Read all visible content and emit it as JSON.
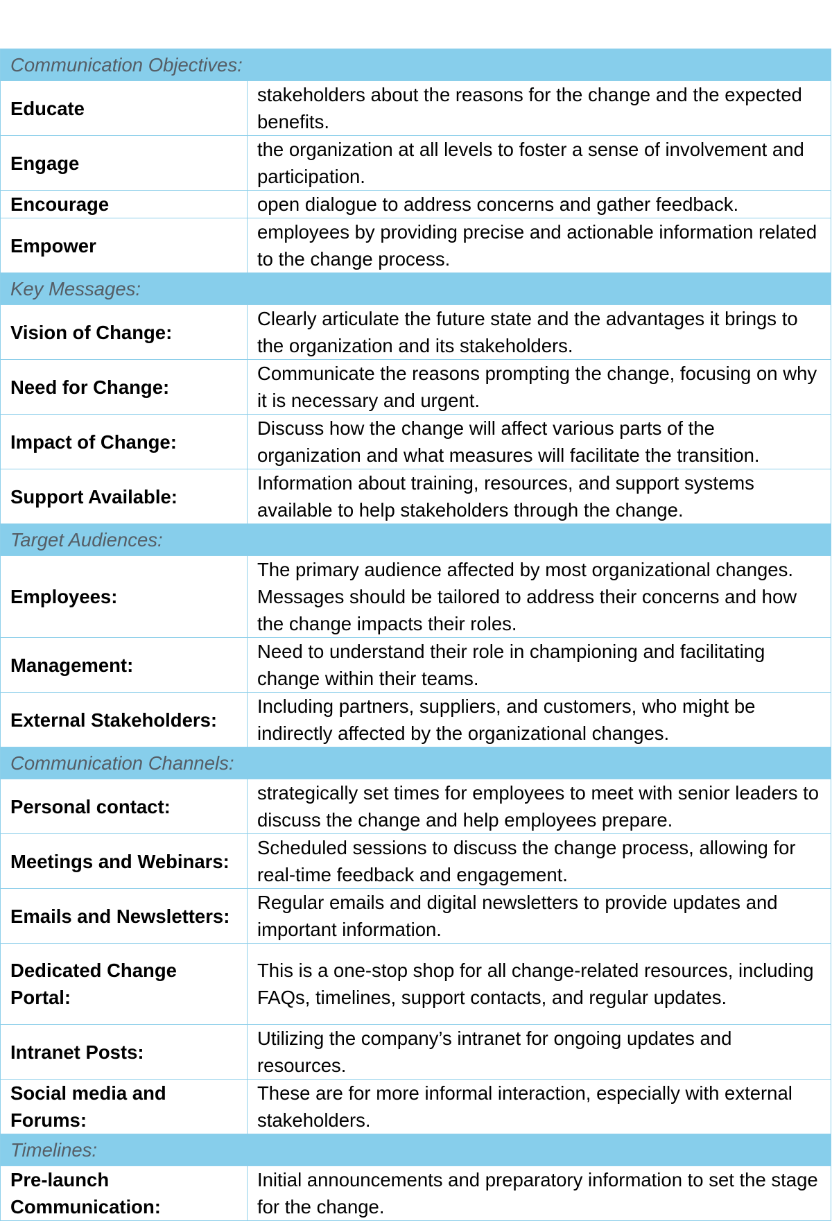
{
  "sections": [
    {
      "title": "Communication Objectives:",
      "rows": [
        {
          "term": "Educate",
          "desc": "stakeholders about the reasons for the change and the expected benefits."
        },
        {
          "term": "Engage",
          "desc": "the organization at all levels to foster a sense of involvement and participation."
        },
        {
          "term": "Encourage",
          "desc": "open dialogue to address concerns and gather feedback."
        },
        {
          "term": "Empower",
          "desc": "employees by providing precise and actionable information related to the change process."
        }
      ]
    },
    {
      "title": "Key Messages:",
      "rows": [
        {
          "term": "Vision of Change:",
          "desc": "Clearly articulate the future state and the advantages it brings to the organization and its stakeholders."
        },
        {
          "term": "Need for Change:",
          "desc": "Communicate the reasons prompting the change, focusing on why it is necessary and urgent."
        },
        {
          "term": "Impact of Change:",
          "desc": "Discuss how the change will affect various parts of the organization and what measures will facilitate the transition."
        },
        {
          "term": "Support Available:",
          "desc": "Information about training, resources, and support systems available to help stakeholders through the change."
        }
      ]
    },
    {
      "title": "Target Audiences:",
      "rows": [
        {
          "term": "Employees:",
          "desc": "The primary audience affected by most organizational changes. Messages should be tailored to address their concerns and how the change impacts their roles."
        },
        {
          "term": "Management:",
          "desc": "Need to understand their role in championing and facilitating change within their teams."
        },
        {
          "term": "External Stakeholders:",
          "desc": "Including partners, suppliers, and customers, who might be indirectly affected by the organizational changes."
        }
      ]
    },
    {
      "title": "Communication Channels:",
      "rows": [
        {
          "term": "Personal contact:",
          "desc": "strategically set times for employees to meet with senior leaders to discuss the change and help employees prepare."
        },
        {
          "term": "Meetings and Webinars:",
          "desc": "Scheduled sessions to discuss the change process, allowing for real-time feedback and engagement."
        },
        {
          "term": "Emails and Newsletters:",
          "desc": "Regular emails and digital newsletters to provide updates and important information."
        },
        {
          "term": "Dedicated Change Portal:",
          "desc": "This is a one-stop shop for all change-related resources, including FAQs, timelines, support contacts, and regular updates."
        },
        {
          "term": "Intranet Posts:",
          "desc": "Utilizing the company’s intranet for ongoing updates and resources."
        },
        {
          "term": "Social media and Forums:",
          "desc": "These are for more informal interaction, especially with external stakeholders."
        }
      ]
    },
    {
      "title": "Timelines:",
      "rows": [
        {
          "term": "Pre-launch Communication:",
          "desc": "Initial announcements and preparatory information to set the stage for the change."
        }
      ]
    }
  ]
}
